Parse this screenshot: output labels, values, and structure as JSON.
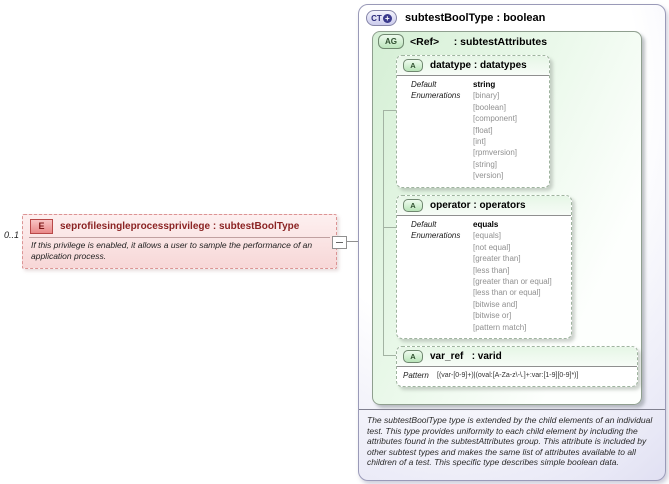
{
  "element": {
    "cardinality": "0..1",
    "badge": "E",
    "title": "seprofilesingleprocessprivilege : subtestBoolType",
    "annotation": "If this privilege is enabled, it allows a user to sample the performance of an application process."
  },
  "complex_type": {
    "badge": "CT",
    "badge_plus": "+",
    "title": "subtestBoolType : boolean",
    "attribute_group": {
      "badge": "AG",
      "title": "<Ref>     : subtestAttributes",
      "attributes": [
        {
          "badge": "A",
          "title": "datatype : datatypes",
          "rows": [
            {
              "label": "Default",
              "value": "string",
              "strong": true
            },
            {
              "label": "Enumerations",
              "value": "[binary]"
            },
            {
              "label": "",
              "value": "[boolean]"
            },
            {
              "label": "",
              "value": "[component]"
            },
            {
              "label": "",
              "value": "[float]"
            },
            {
              "label": "",
              "value": "[int]"
            },
            {
              "label": "",
              "value": "[rpmversion]"
            },
            {
              "label": "",
              "value": "[string]"
            },
            {
              "label": "",
              "value": "[version]"
            }
          ]
        },
        {
          "badge": "A",
          "title": "operator : operators",
          "rows": [
            {
              "label": "Default",
              "value": "equals",
              "strong": true
            },
            {
              "label": "Enumerations",
              "value": "[equals]"
            },
            {
              "label": "",
              "value": "[not equal]"
            },
            {
              "label": "",
              "value": "[greater than]"
            },
            {
              "label": "",
              "value": "[less than]"
            },
            {
              "label": "",
              "value": "[greater than or equal]"
            },
            {
              "label": "",
              "value": "[less than or equal]"
            },
            {
              "label": "",
              "value": "[bitwise and]"
            },
            {
              "label": "",
              "value": "[bitwise or]"
            },
            {
              "label": "",
              "value": "[pattern match]"
            }
          ]
        },
        {
          "badge": "A",
          "title": "var_ref   : varid",
          "rows": [
            {
              "label": "Pattern",
              "value": "[(var-[0-9]+)|(oval:[A-Za-z\\-\\.]+:var:[1-9][0-9]*)]"
            }
          ]
        }
      ]
    },
    "documentation": "The subtestBoolType type is extended by the child elements of an individual test.  This type provides uniformity to each child element by including the attributes found in the subtestAttributes group.  This attribute is included by other subtest types and makes the same list of attributes available to all children of a test.  This specific type describes simple boolean data."
  },
  "colors": {
    "element_pink": "#f7d7d7",
    "element_text": "#8b2323",
    "group_green": "#d5efd5",
    "type_lavender": "#d9d8ef",
    "enum_gray": "#909090"
  }
}
